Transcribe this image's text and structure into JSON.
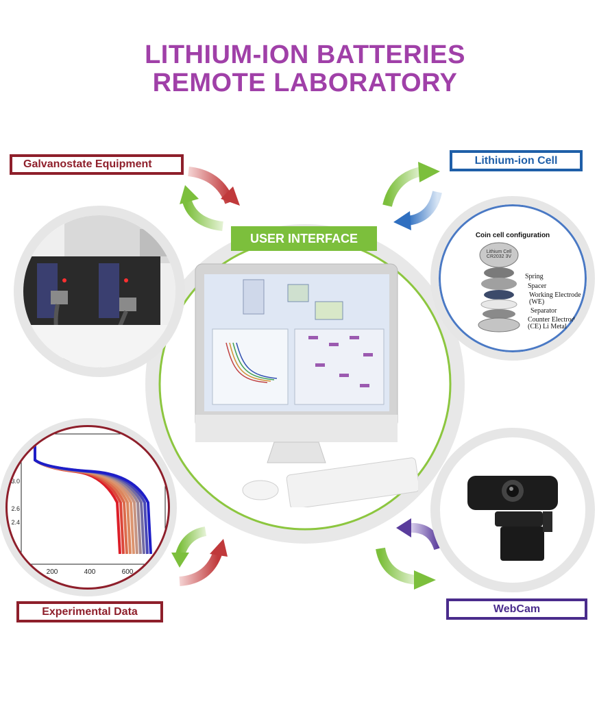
{
  "title": {
    "line1": "LITHIUM-ION BATTERIES",
    "line2": "REMOTE LABORATORY"
  },
  "labels": {
    "galvanostate": "Galvanostate Equipment",
    "cell": "Lithium-ion Cell",
    "experimental": "Experimental Data",
    "webcam": "WebCam",
    "user_interface": "USER INTERFACE"
  },
  "coin_cell": {
    "heading": "Coin cell configuration",
    "battery_text": "Lithium Cell CR2032 3V",
    "parts": [
      "Spring",
      "Spacer",
      "Working Electrode (WE)",
      "Separator",
      "Counter Electrode (CE) Li Metal"
    ]
  },
  "chart_data": {
    "type": "line",
    "x_ticks": [
      "200",
      "400",
      "600"
    ],
    "y_ticks": [
      "3.0",
      "2.6",
      "2.4"
    ],
    "series_count": 10
  },
  "colors": {
    "title": "#a040a8",
    "galvanostate": "#8e1f2b",
    "cell": "#1f5fa8",
    "webcam": "#4a2c8c",
    "user_interface": "#7cbf3c"
  }
}
